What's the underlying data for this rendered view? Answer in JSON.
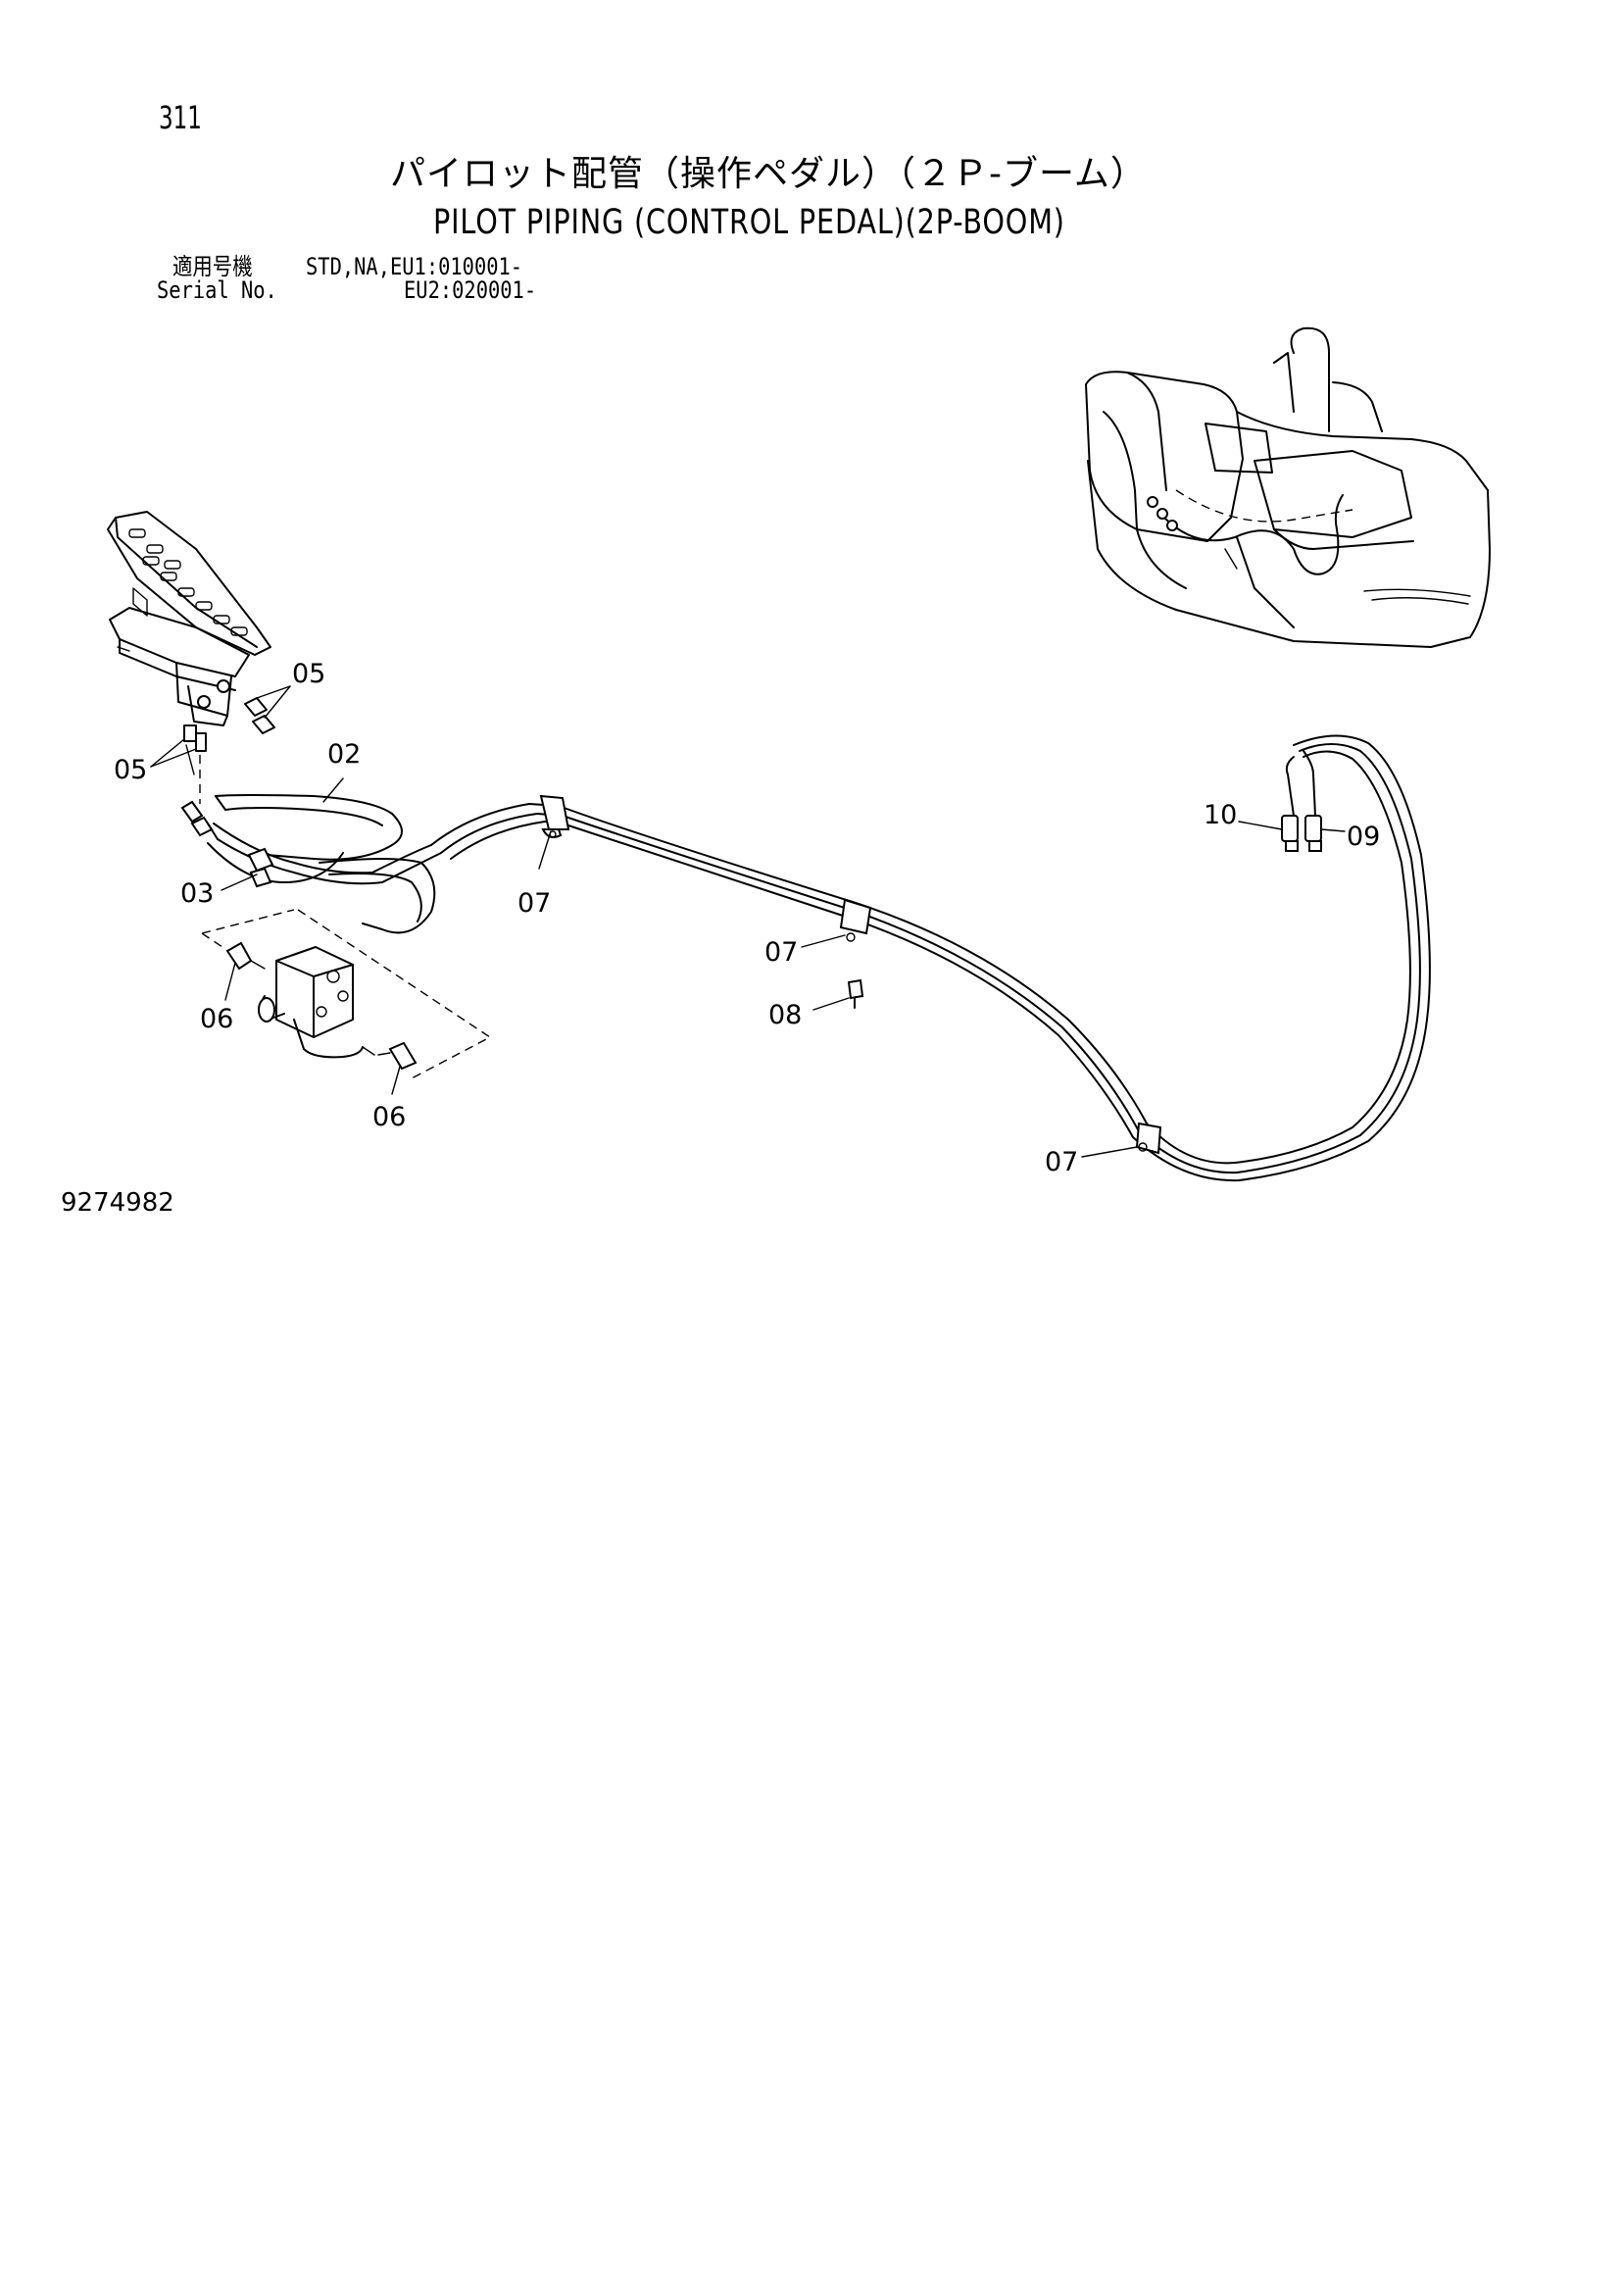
{
  "page_number": "311",
  "title_jp": "パイロット配管（操作ペダル）（２Ｐ-ブーム）",
  "title_en": "PILOT PIPING (CONTROL PEDAL)(2P-BOOM)",
  "serial": {
    "label_jp": "適用号機",
    "label_en": "Serial No.",
    "value_1": "STD,NA,EU1:010001-",
    "value_2": "EU2:020001-"
  },
  "drawing_number": "9274982",
  "callouts": [
    "05",
    "05",
    "02",
    "03",
    "06",
    "06",
    "07",
    "07",
    "08",
    "07",
    "10",
    "09"
  ]
}
